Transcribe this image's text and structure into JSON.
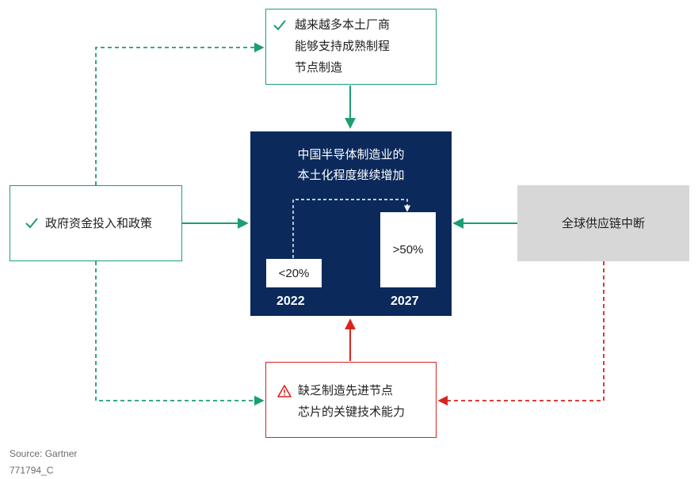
{
  "top_box": {
    "lines": [
      "越来越多本土厂商",
      "能够支持成熟制程",
      "节点制造"
    ]
  },
  "left_box": {
    "text": "政府资金投入和政策"
  },
  "right_box": {
    "text": "全球供应链中断"
  },
  "center_box": {
    "title_lines": [
      "中国半导体制造业的",
      "本土化程度继续增加"
    ],
    "bar_2022": {
      "value": "<20%",
      "year": "2022"
    },
    "bar_2027": {
      "value": ">50%",
      "year": "2027"
    }
  },
  "bottom_box": {
    "lines": [
      "缺乏制造先进节点",
      "芯片的关键技术能力"
    ]
  },
  "footer": {
    "source": "Source: Gartner",
    "code": "771794_C"
  },
  "colors": {
    "green": "#1a9f6e",
    "red": "#d9231d",
    "navy": "#0b2a5b",
    "gray": "#d7d7d7"
  }
}
